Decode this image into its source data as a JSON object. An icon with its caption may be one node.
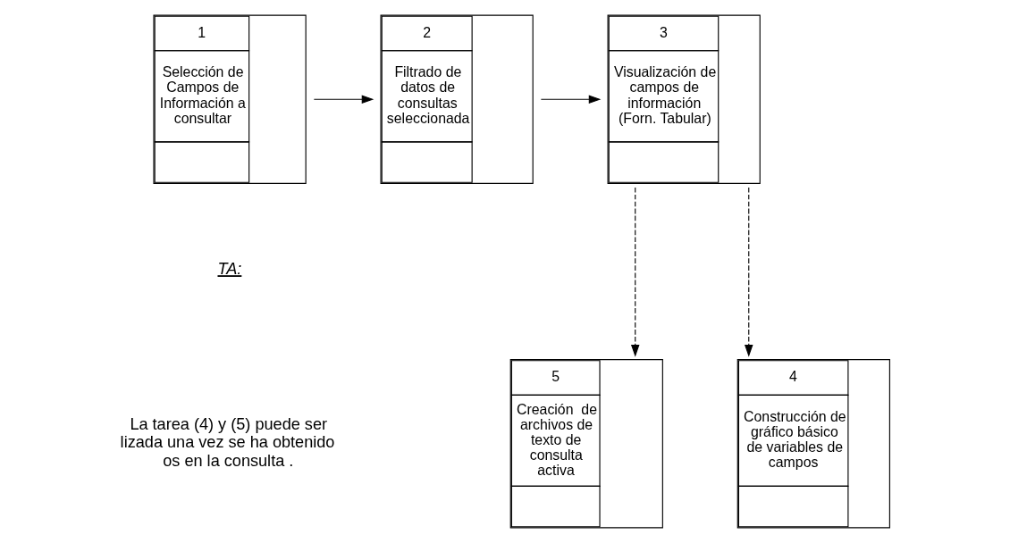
{
  "diagram": {
    "nodes": [
      {
        "text": [
          "1",
          "Selección de Campos de Información a consultar"
        ]
      },
      {
        "text": [
          "2",
          "Filtrado de datos de consultas seleccionada"
        ]
      },
      {
        "text": [
          "3",
          "Visualización de campos de información (Forn. Tabular)"
        ]
      },
      {
        "text": [
          "5",
          "Creación  de archivos de texto de consulta activa"
        ]
      },
      {
        "text": [
          "4",
          "Construcción de gráfico básico de variables de campos"
        ]
      }
    ],
    "edges": [
      {
        "from": 0,
        "to": 1,
        "arrow": "to"
      },
      {
        "from": 1,
        "to": 2,
        "arrow": "to"
      },
      {
        "from": 2,
        "to": 3,
        "arrow": "to",
        "style": "dashed"
      },
      {
        "from": 2,
        "to": 4,
        "arrow": "to",
        "style": "dashed"
      }
    ],
    "labels": [
      "TA:",
      "La tarea (4) y (5) puede ser lizada una vez se ha obtenido os en la consulta ."
    ]
  }
}
